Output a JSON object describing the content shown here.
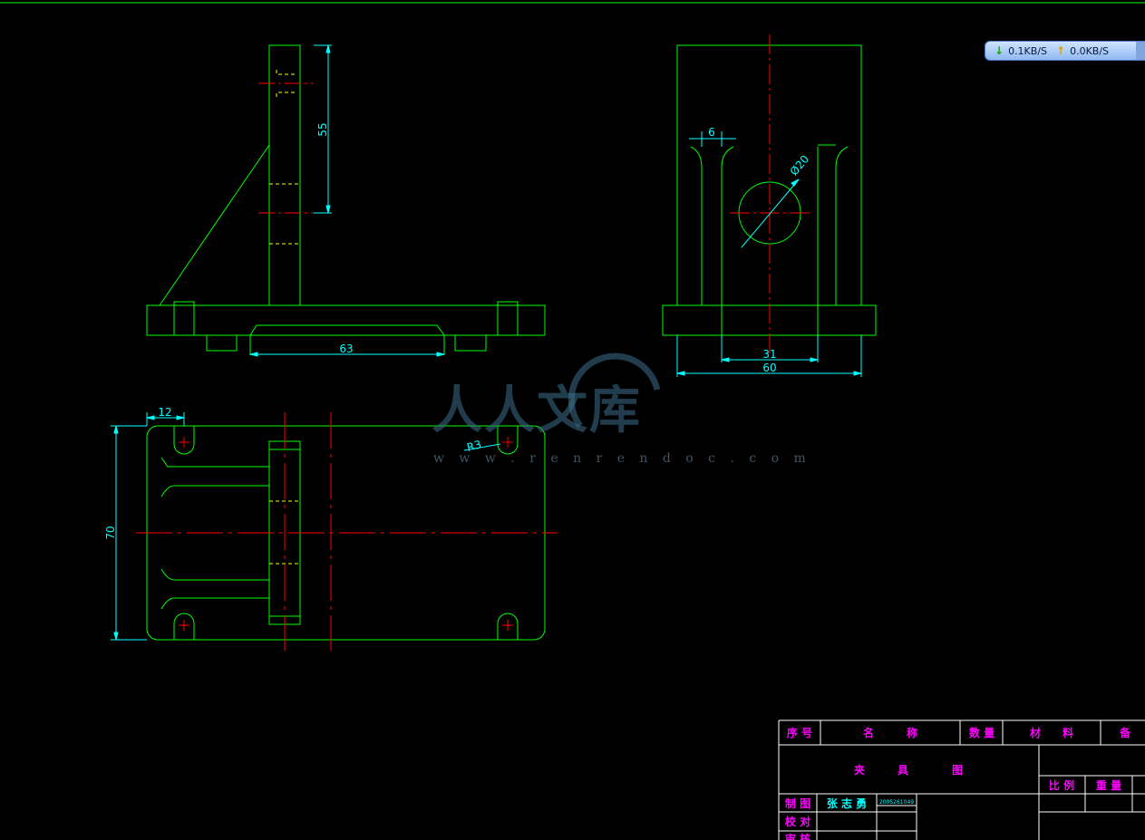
{
  "drawing": {
    "front_view": {
      "dim_height": "55",
      "dim_slot_width": "63"
    },
    "side_view": {
      "dim_top": "6",
      "dim_diameter": "Ø20",
      "dim_inner": "31",
      "dim_overall": "60"
    },
    "top_view": {
      "dim_slot": "12",
      "dim_height": "70",
      "dim_radius": "R3"
    }
  },
  "title_block": {
    "parts_header": {
      "no": "序 号",
      "name": "名　　　称",
      "qty": "数 量",
      "material": "材　　料",
      "remark": "备"
    },
    "drawing_title": "夹　　　具　　　　图",
    "scale_label": "比 例",
    "weight_label": "重 量",
    "drawn_label": "制 图",
    "drawn_by": "张 志 勇",
    "student_id": "2005261049",
    "checked_label": "校 对",
    "approved_label": "审 核"
  },
  "net_speed": {
    "download": "0.1KB/S",
    "upload": "0.0KB/S"
  },
  "watermark": {
    "text": "人人文库",
    "url": "w w w . r e n r e n d o c . c o m"
  },
  "colors": {
    "outline": "#00ff00",
    "center": "#ff0000",
    "dimension": "#00ffff",
    "hidden": "#ffff00",
    "title_text": "#ff00ff"
  }
}
